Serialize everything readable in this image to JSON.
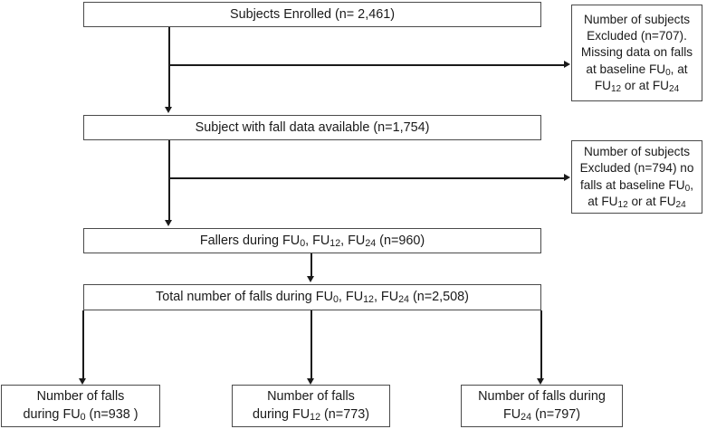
{
  "diagram": {
    "type": "flowchart",
    "title": "Study participant and falls flow diagram",
    "colors": {
      "box_border": "#4a4a4a",
      "connector": "#1a1a1a",
      "background": "#ffffff",
      "text": "#1a1a1a"
    },
    "nodes": {
      "enrolled": {
        "label": "Subjects Enrolled (n= 2,461)",
        "count": 2461
      },
      "excluded_missing": {
        "line1": "Number of subjects",
        "line2": "Excluded (n=707).",
        "line3": "Missing data on falls",
        "line4_pre": "at baseline FU",
        "line4_sub": "0",
        "line4_post": ", at",
        "line5_pre": "FU",
        "line5_sub1": "12",
        "line5_mid": " or at FU",
        "line5_sub2": "24",
        "count": 707
      },
      "fall_data_available": {
        "label": "Subject with fall data available (n=1,754)",
        "count": 1754
      },
      "excluded_nofalls": {
        "line1": "Number of subjects",
        "line2": "Excluded (n=794) no",
        "line3_pre": "falls at baseline FU",
        "line3_sub": "0",
        "line3_post": ",",
        "line4_pre": "at FU",
        "line4_sub1": "12",
        "line4_mid": " or at FU",
        "line4_sub2": "24",
        "count": 794
      },
      "fallers": {
        "pre": "Fallers during FU",
        "sub1": "0",
        "mid1": ", FU",
        "sub2": "12",
        "mid2": ", FU",
        "sub3": "24",
        "post": " (n=960)",
        "count": 960
      },
      "total_falls": {
        "pre": "Total number of falls during FU",
        "sub1": "0",
        "mid1": ", FU",
        "sub2": "12",
        "mid2": ", FU",
        "sub3": "24",
        "post": " (n=2,508)",
        "count": 2508
      },
      "falls_fu0": {
        "line1": "Number of falls",
        "line2_pre": "during FU",
        "line2_sub": "0",
        "line2_post": " (n=938 )",
        "count": 938
      },
      "falls_fu12": {
        "line1": "Number of falls",
        "line2_pre": "during FU",
        "line2_sub": "12",
        "line2_post": " (n=773)",
        "count": 773
      },
      "falls_fu24": {
        "line1": "Number of falls during",
        "line2_pre": "FU",
        "line2_sub": "24",
        "line2_post": " (n=797)",
        "count": 797
      }
    }
  }
}
